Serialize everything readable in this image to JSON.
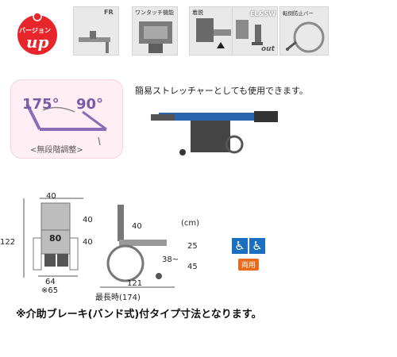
{
  "badge": {
    "top": "バージョン",
    "main": "up"
  },
  "tiles": [
    {
      "label": "FR"
    },
    {
      "label": "ワンタッチ機能"
    },
    {
      "label": "着脱"
    },
    {
      "label": "EL&SW",
      "sub": "out"
    },
    {
      "label": "転倒防止バー"
    }
  ],
  "recline": {
    "angle1": "175°",
    "angle2": "90°",
    "label": "<無段階調整>"
  },
  "stretcher_caption": "簡易ストレッチャーとしても使用できます。",
  "front_dims": {
    "top_width": "40",
    "height_total": "122",
    "seat_mark": "80",
    "right_upper": "40",
    "right_lower": "40",
    "bottom_width": "64",
    "bottom_alt": "※65"
  },
  "side_dims": {
    "unit": "(cm)",
    "armrest_len": "40",
    "armrest_h": "25",
    "seat_h": "38~",
    "seat_floor": "45",
    "length": "121",
    "length_max": "最長時(174)"
  },
  "accessible_label": "両用",
  "colors": {
    "accent_red": "#e8252a",
    "icon_blue": "#1a6fc0",
    "pink": "#ffeef4"
  },
  "note": "※介助ブレーキ(バンド式)付タイプ寸法となります。"
}
